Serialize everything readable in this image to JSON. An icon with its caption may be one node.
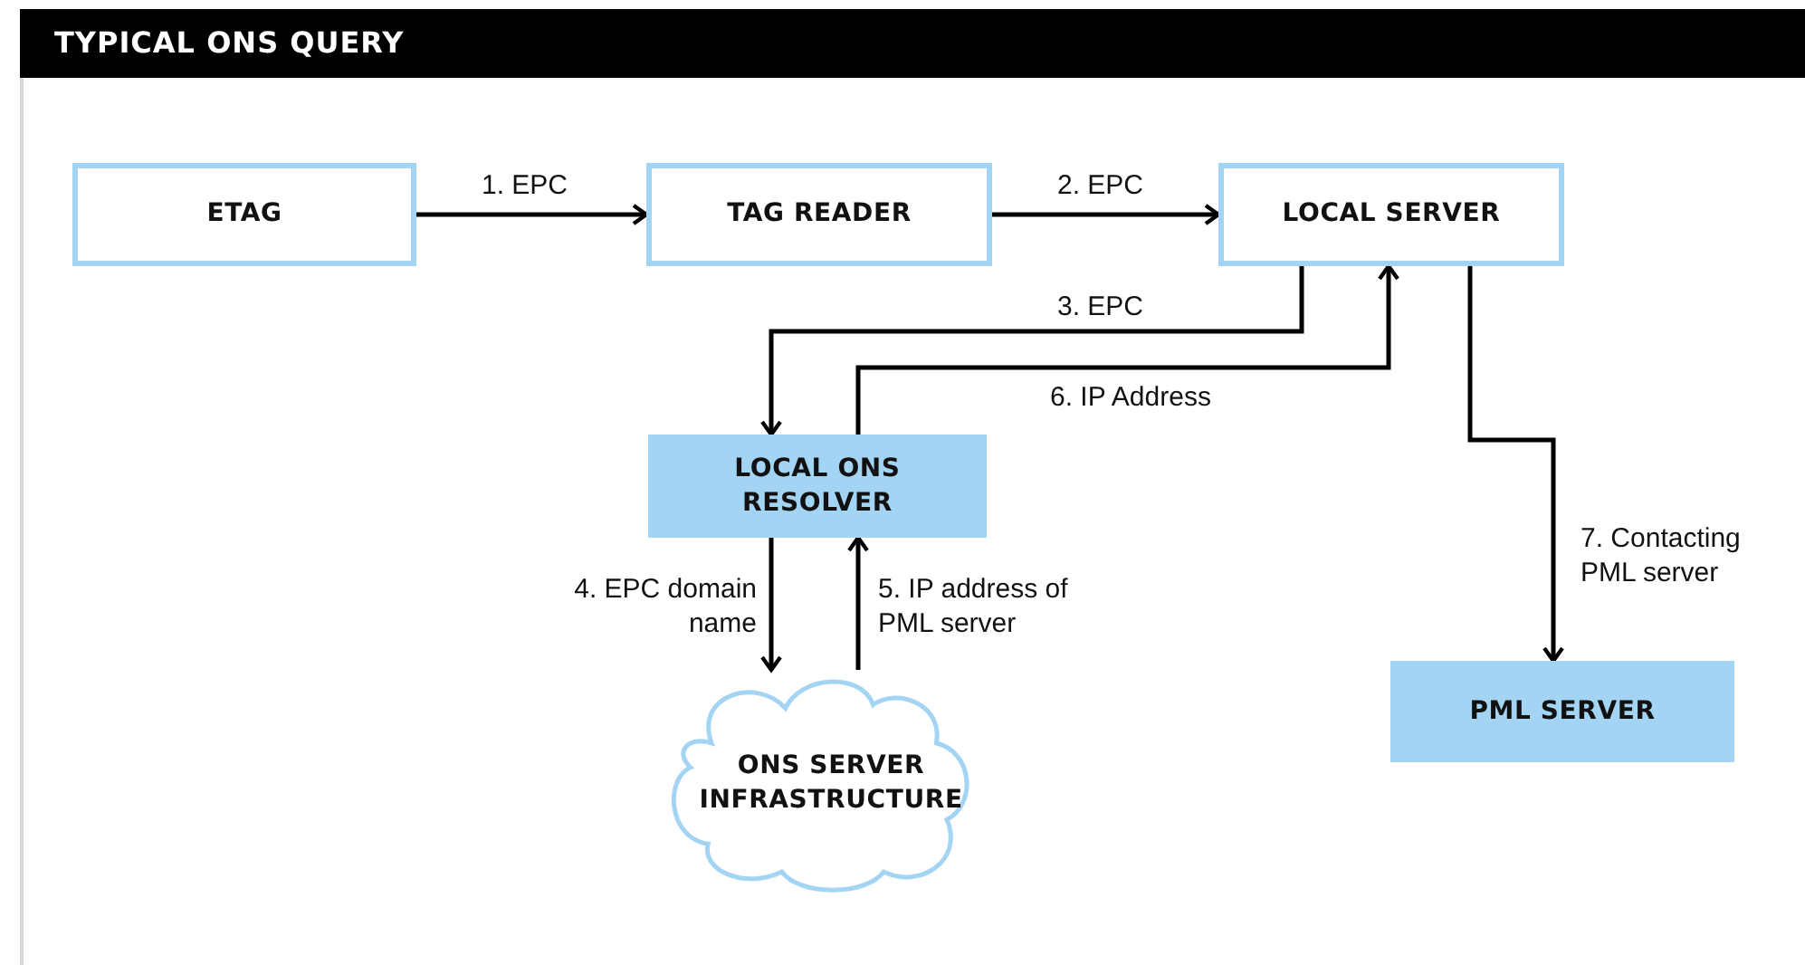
{
  "diagram": {
    "title": "TYPICAL ONS QUERY",
    "nodes": [
      {
        "text": [
          "ETAG"
        ]
      },
      {
        "text": [
          "TAG READER"
        ]
      },
      {
        "text": [
          "LOCAL SERVER"
        ]
      },
      {
        "text": [
          "LOCAL ONS RESOLVER"
        ]
      },
      {
        "text": [
          "ONS SERVER INFRASTRUCTURE"
        ]
      },
      {
        "text": [
          "PML SERVER"
        ]
      }
    ],
    "edges": [
      {
        "from": 0,
        "to": 1,
        "arrow": "to",
        "label": "1. EPC"
      },
      {
        "from": 1,
        "to": 2,
        "arrow": "to",
        "label": "2. EPC"
      },
      {
        "from": 2,
        "to": 3,
        "arrow": "to",
        "label": "3. EPC"
      },
      {
        "from": 3,
        "to": 2,
        "arrow": "to",
        "label": "6. IP Address"
      },
      {
        "from": 3,
        "to": 4,
        "arrow": "to",
        "label": "4. EPC domain name"
      },
      {
        "from": 4,
        "to": 3,
        "arrow": "to",
        "label": "5. IP address of PML server"
      },
      {
        "from": 2,
        "to": 5,
        "arrow": "to",
        "label": "7. Contacting PML server"
      }
    ]
  }
}
